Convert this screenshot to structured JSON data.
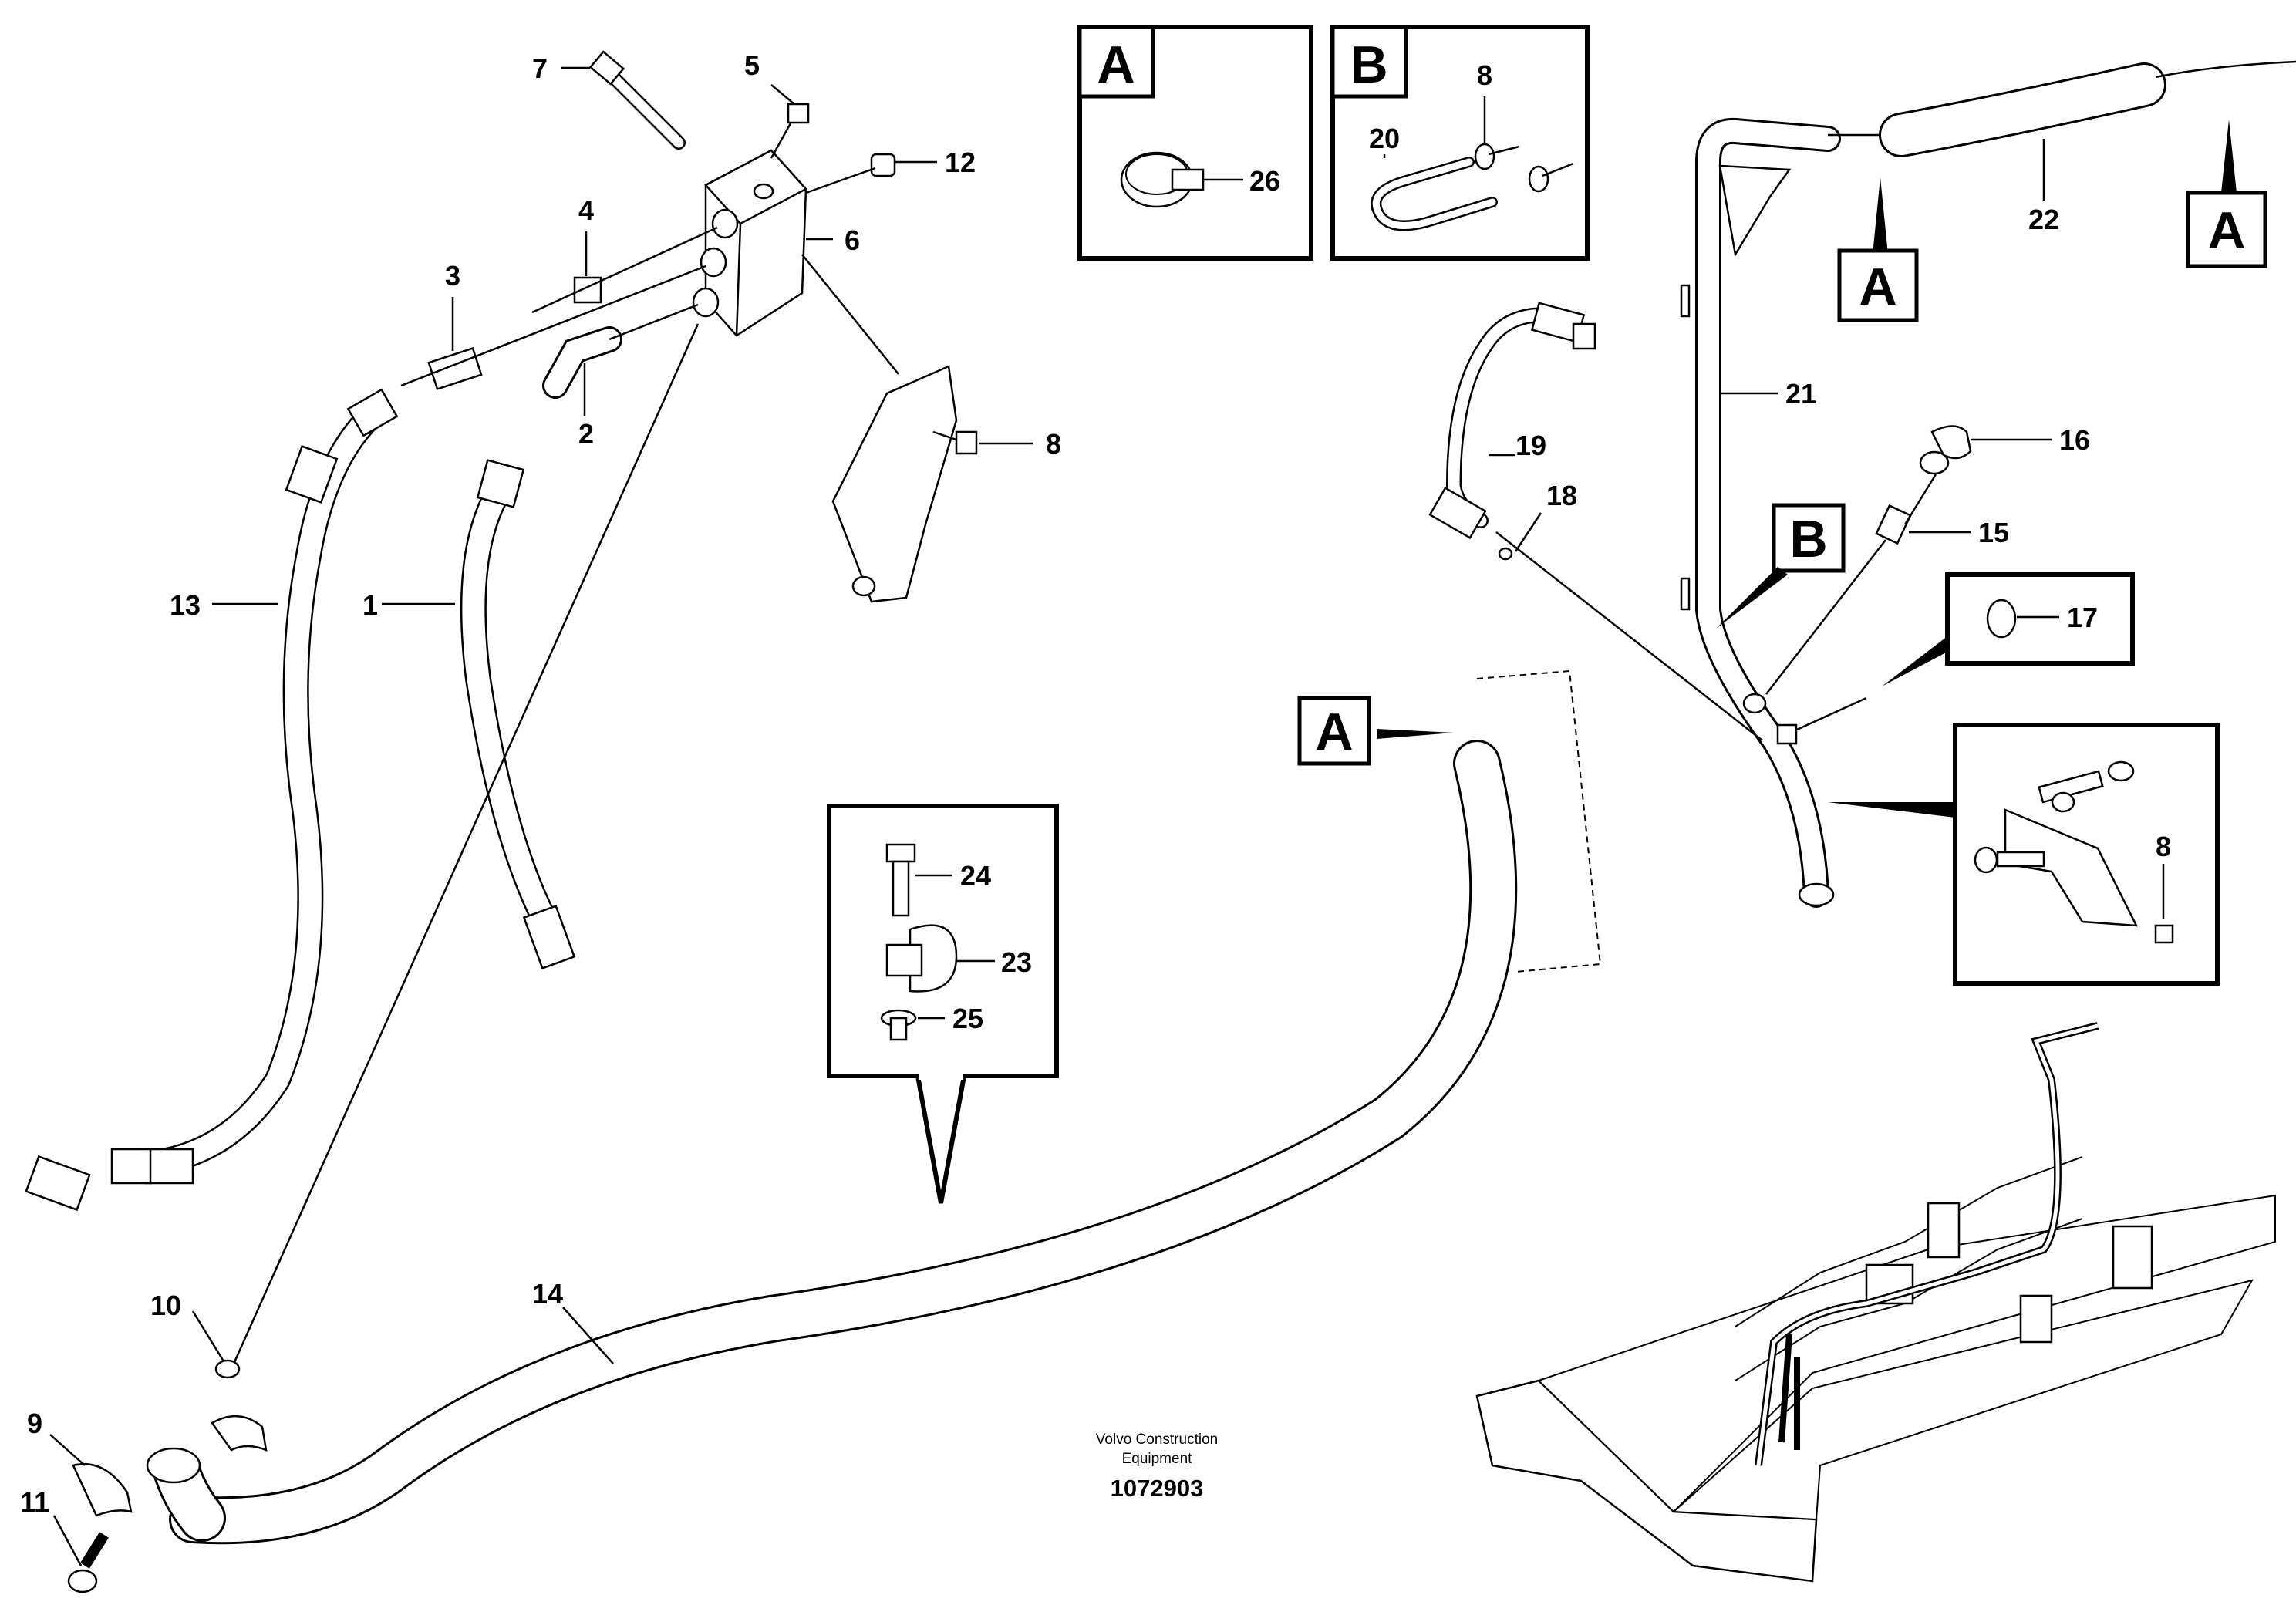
{
  "callouts": {
    "c1": "1",
    "c2": "2",
    "c3": "3",
    "c4": "4",
    "c5": "5",
    "c6": "6",
    "c7": "7",
    "c8a": "8",
    "c8b": "8",
    "c8c": "8",
    "c9": "9",
    "c10": "10",
    "c11": "11",
    "c12": "12",
    "c13": "13",
    "c14": "14",
    "c15": "15",
    "c16": "16",
    "c17": "17",
    "c18": "18",
    "c19": "19",
    "c20": "20",
    "c21": "21",
    "c22": "22",
    "c23": "23",
    "c24": "24",
    "c25": "25",
    "c26": "26"
  },
  "view_labels": {
    "inset_a": "A",
    "inset_b": "B",
    "ref_a1": "A",
    "ref_a2": "A",
    "ref_a3": "A",
    "ref_b": "B"
  },
  "footer": {
    "company_line1": "Volvo Construction",
    "company_line2": "Equipment",
    "doc_number": "1072903"
  }
}
